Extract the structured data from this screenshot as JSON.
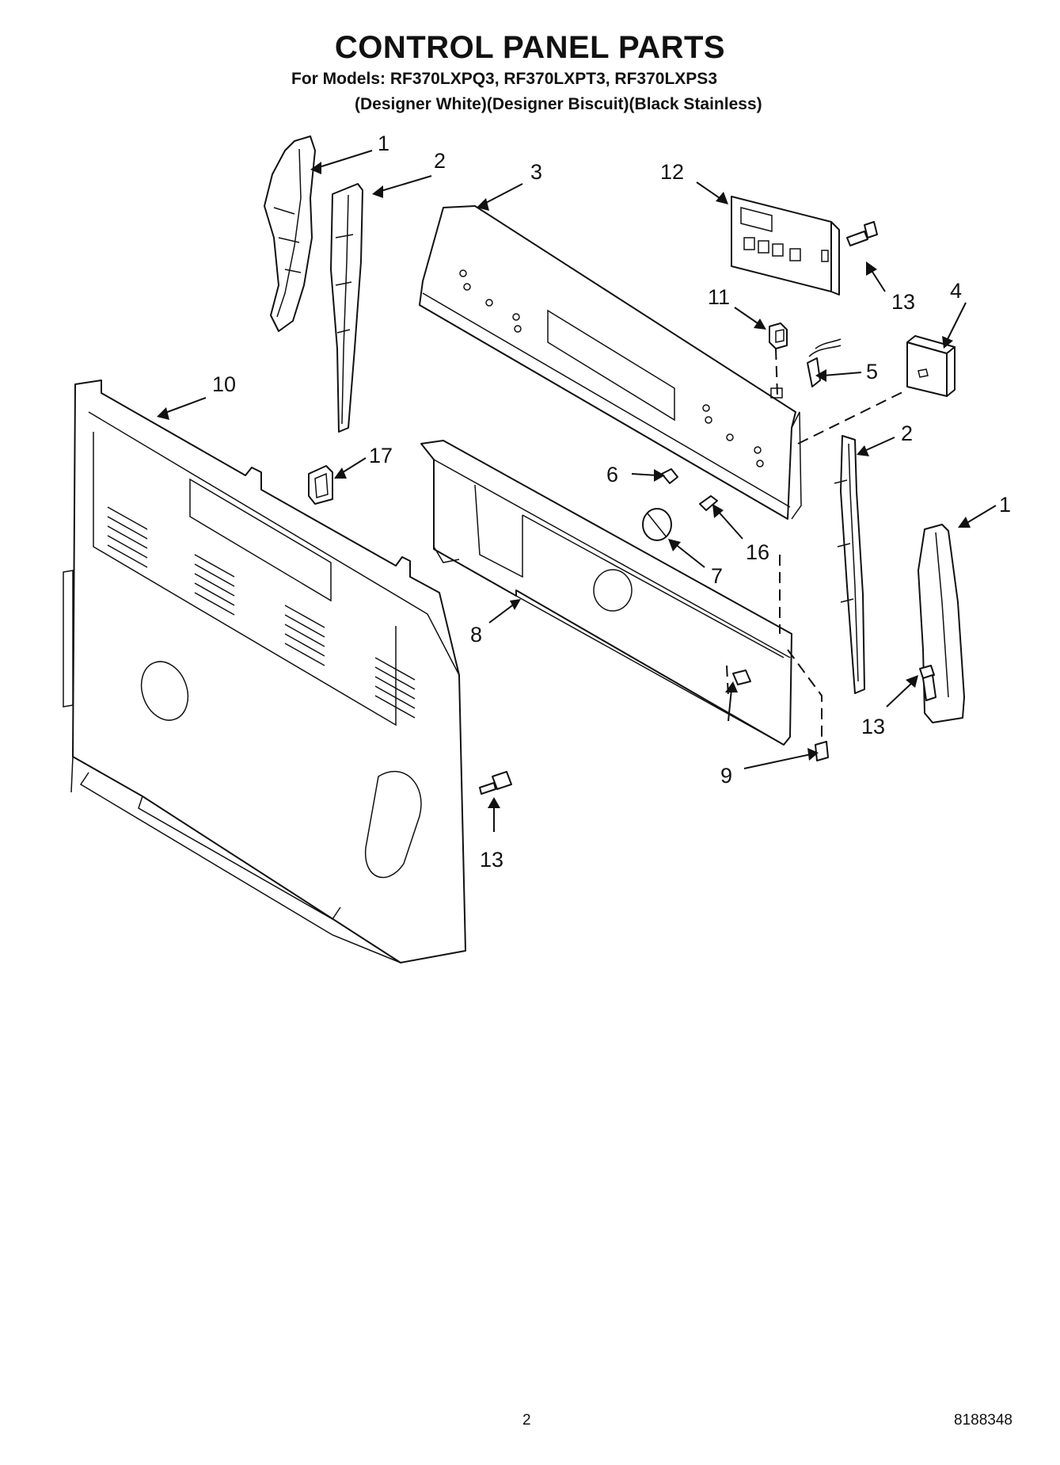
{
  "header": {
    "title": "CONTROL PANEL PARTS",
    "models": "For Models: RF370LXPQ3, RF370LXPT3, RF370LXPS3",
    "variants": "(Designer White)(Designer Biscuit)(Black Stainless)"
  },
  "callouts": [
    {
      "id": "c1a",
      "label": "1"
    },
    {
      "id": "c2a",
      "label": "2"
    },
    {
      "id": "c3",
      "label": "3"
    },
    {
      "id": "c12",
      "label": "12"
    },
    {
      "id": "c13a",
      "label": "13"
    },
    {
      "id": "c4",
      "label": "4"
    },
    {
      "id": "c11",
      "label": "11"
    },
    {
      "id": "c5",
      "label": "5"
    },
    {
      "id": "c10",
      "label": "10"
    },
    {
      "id": "c17",
      "label": "17"
    },
    {
      "id": "c2b",
      "label": "2"
    },
    {
      "id": "c6",
      "label": "6"
    },
    {
      "id": "c1b",
      "label": "1"
    },
    {
      "id": "c16",
      "label": "16"
    },
    {
      "id": "c7",
      "label": "7"
    },
    {
      "id": "c8",
      "label": "8"
    },
    {
      "id": "c13b",
      "label": "13"
    },
    {
      "id": "c9",
      "label": "9"
    },
    {
      "id": "c13c",
      "label": "13"
    }
  ],
  "footer": {
    "page_number": "2",
    "document_number": "8188348"
  }
}
